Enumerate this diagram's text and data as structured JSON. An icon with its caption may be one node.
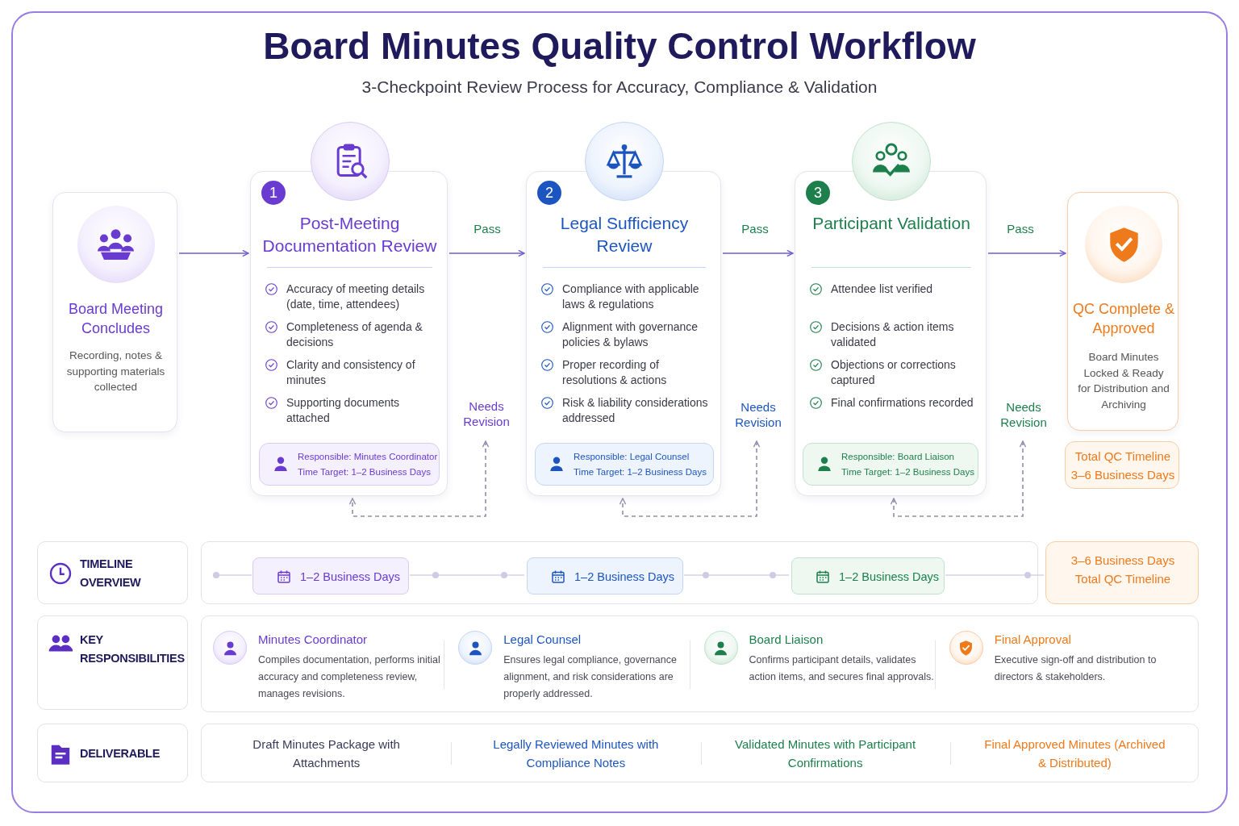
{
  "diagram": {
    "title": "Board Minutes Quality Control Workflow",
    "nodes": [
      {
        "text": [
          "Board Meeting Concludes",
          "Recording, notes & supporting materials collected"
        ]
      },
      {
        "text": [
          "1",
          "Post-Meeting Documentation Review",
          "Accuracy of meeting details (date, time, attendees)",
          "Completeness of agenda & decisions",
          "Clarity and consistency of minutes",
          "Supporting documents attached"
        ]
      },
      {
        "text": [
          "Responsible: Minutes Coordinator",
          "Time Target: 1–2 Business Days"
        ],
        "in": 1
      },
      {
        "text": [
          "2",
          "Legal Sufficiency Review",
          "Compliance with applicable laws & regulations",
          "Alignment with governance policies & bylaws",
          "Proper recording of resolutions & actions",
          "Risk & liability considerations addressed"
        ]
      },
      {
        "text": [
          "Responsible: Legal Counsel",
          "Time Target: 1–2 Business Days"
        ],
        "in": 3
      },
      {
        "text": [
          "3",
          "Participant Validation",
          "Attendee list verified",
          "Decisions & action items validated",
          "Objections or corrections captured",
          "Final confirmations recorded"
        ]
      },
      {
        "text": [
          "Responsible: Board Liaison",
          "Time Target: 1–2 Business Days"
        ],
        "in": 5
      },
      {
        "text": [
          "QC Complete & Approved",
          "Board Minutes Locked & Ready for Distribution and Archiving"
        ]
      },
      {
        "text": [
          "Total QC Timeline",
          "3–6 Business Days"
        ]
      },
      {
        "text": [
          "TIMELINE OVERVIEW"
        ]
      },
      {
        "text": [],
        "shape": "box"
      },
      {
        "text": [
          "1–2 Business Days"
        ],
        "in": 10
      },
      {
        "text": [
          "1–2 Business Days"
        ],
        "in": 10
      },
      {
        "text": [
          "1–2 Business Days"
        ],
        "in": 10
      },
      {
        "text": [
          "3–6 Business Days",
          "Total QC Timeline"
        ]
      },
      {
        "text": [
          "KEY RESPONSIBILITIES"
        ]
      },
      {
        "text": [
          "Minutes Coordinator",
          "Compiles documentation, performs initial accuracy and completeness review, manages revisions.",
          "Legal Counsel",
          "Ensures legal compliance, governance alignment, and risk considerations are properly addressed.",
          "Board Liaison",
          "Confirms participant details, validates action items, and secures final approvals.",
          "Final Approval",
          "Executive sign-off and distribution to directors & stakeholders."
        ]
      },
      {
        "text": [
          "DELIVERABLE"
        ]
      },
      {
        "text": [
          "Draft Minutes Package with Attachments",
          "Legally Reviewed Minutes with Compliance Notes",
          "Validated Minutes with Participant Confirmations",
          "Final Approved Minutes (Archived & Distributed)"
        ]
      }
    ],
    "edges": [
      {
        "from": 0,
        "to": 1,
        "arrow": "to"
      },
      {
        "from": 1,
        "to": 3,
        "arrow": "to",
        "label": "Pass"
      },
      {
        "from": null,
        "to": 1,
        "arrow": "both",
        "label": "Needs Revision",
        "style": "dashed"
      },
      {
        "from": 3,
        "to": 5,
        "arrow": "to",
        "label": "Pass"
      },
      {
        "from": null,
        "to": 3,
        "arrow": "both",
        "label": "Needs Revision",
        "style": "dashed"
      },
      {
        "from": 5,
        "to": 7,
        "arrow": "to",
        "label": "Pass"
      },
      {
        "from": null,
        "to": 5,
        "arrow": "both",
        "label": "Needs Revision",
        "style": "dashed"
      },
      {
        "from": 11,
        "to": 12,
        "arrow": "none",
        "color": "#d6d3e6"
      },
      {
        "from": 12,
        "to": 13,
        "arrow": "none",
        "color": "#d6d3e6"
      },
      {
        "from": 13,
        "to": 14,
        "arrow": "none",
        "color": "#d6d3e6"
      }
    ],
    "labels": [
      "3-Checkpoint Review Process for Accuracy, Compliance & Validation"
    ]
  }
}
